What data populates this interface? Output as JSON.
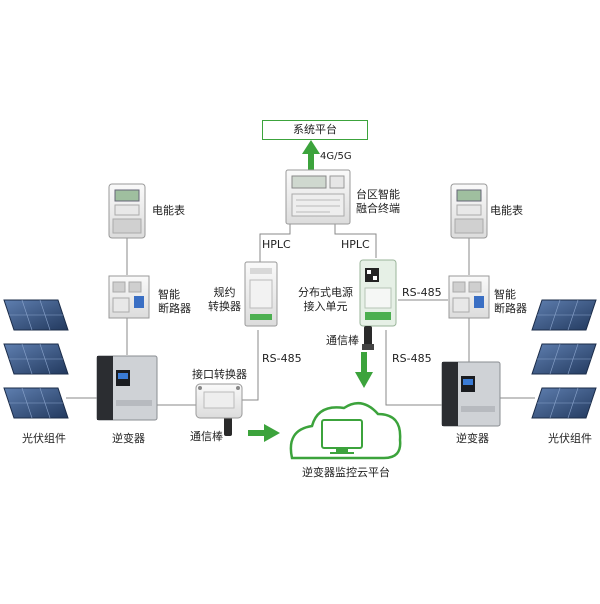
{
  "diagram": {
    "platform": "系统平台",
    "uplink": "4G/5G",
    "terminal": "台区智能\n融合终端",
    "hplc_left": "HPLC",
    "hplc_right": "HPLC",
    "protocol_converter": "规约\n转换器",
    "dist_access": "分布式电源\n接入单元",
    "comm_stick_right": "通信棒",
    "rs485_top_right": "RS-485",
    "rs485_mid_left": "RS-485",
    "rs485_mid_right": "RS-485",
    "interface_converter": "接口转换器",
    "comm_stick_left": "通信棒",
    "cloud": "逆变器监控云平台",
    "left": {
      "meter": "电能表",
      "breaker": "智能\n断路器",
      "inverter": "逆变器",
      "pv": "光伏组件"
    },
    "right": {
      "meter": "电能表",
      "breaker": "智能\n断路器",
      "inverter": "逆变器",
      "pv": "光伏组件"
    }
  },
  "colors": {
    "accent_green": "#3ca33c",
    "line_gray": "#8a8a8a",
    "panel_blue": "#2f4d7a"
  }
}
